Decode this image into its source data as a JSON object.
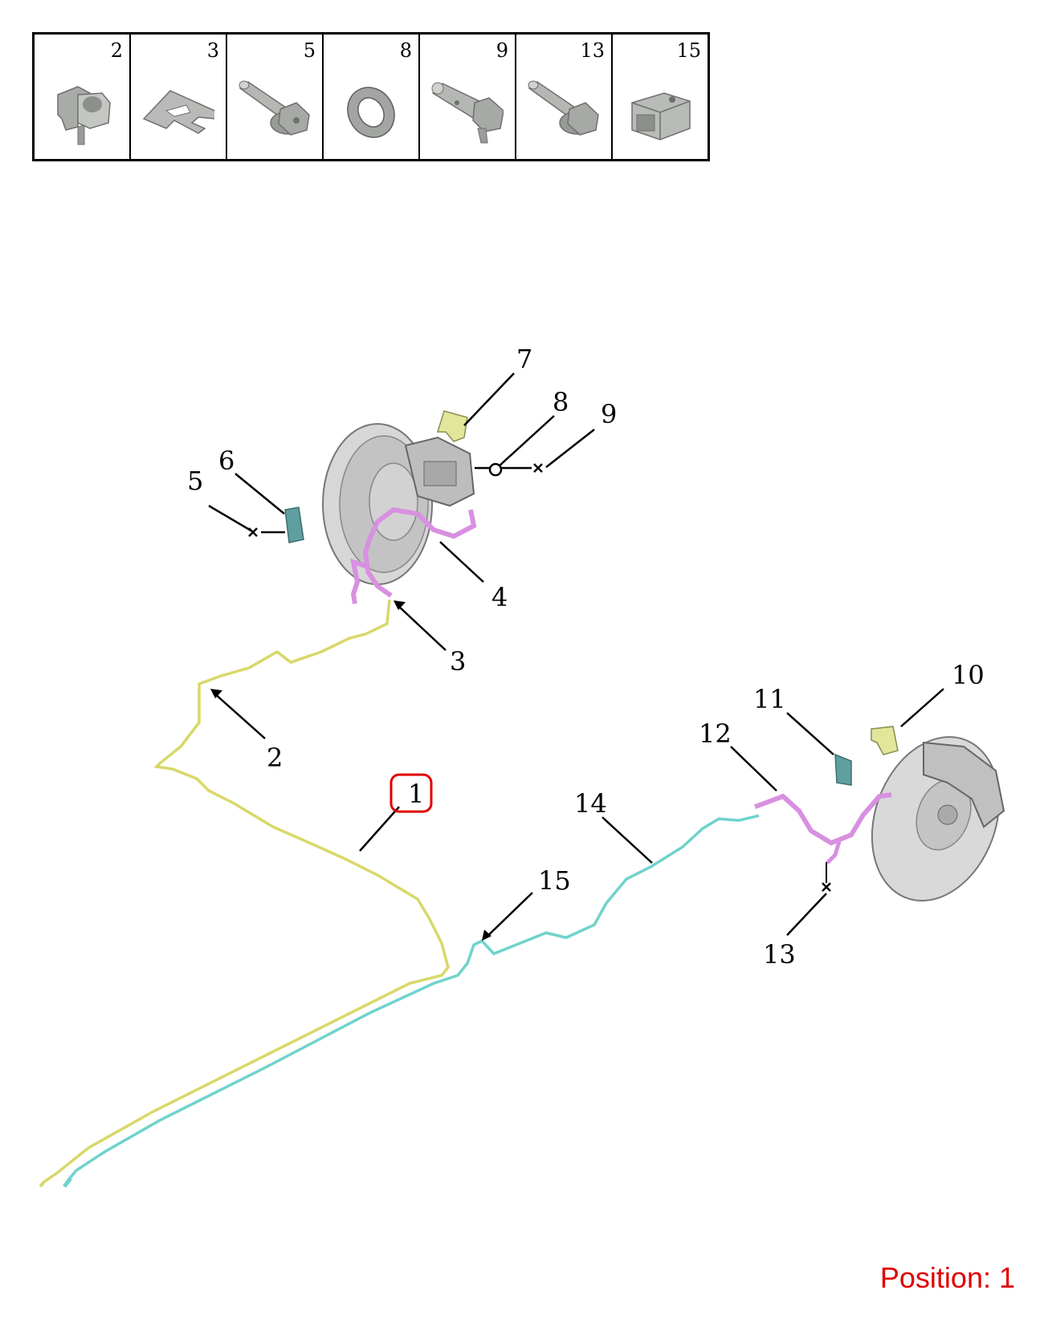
{
  "legend": {
    "items": [
      {
        "number": "2",
        "icon": "hose-clip-icon"
      },
      {
        "number": "3",
        "icon": "spring-clip-icon"
      },
      {
        "number": "5",
        "icon": "flange-bolt-icon"
      },
      {
        "number": "8",
        "icon": "sealing-washer-icon"
      },
      {
        "number": "9",
        "icon": "banjo-bolt-icon"
      },
      {
        "number": "13",
        "icon": "flange-bolt-icon"
      },
      {
        "number": "15",
        "icon": "pipe-clip-block-icon"
      }
    ]
  },
  "callouts": [
    "1",
    "2",
    "3",
    "4",
    "5",
    "6",
    "7",
    "8",
    "9",
    "10",
    "11",
    "12",
    "13",
    "14",
    "15"
  ],
  "highlighted_callout": "1",
  "colors": {
    "line_brake_pipe_1": "#d8d86a",
    "line_brake_pipe_14": "#6fd3cc",
    "brake_hose": "#d890e0",
    "bracket_yellow": "#e2e69a",
    "bracket_teal": "#5f9fa0",
    "component_grey": "#c8c8c8",
    "highlight_box": "#e00000"
  },
  "position_label": "Position: 1"
}
